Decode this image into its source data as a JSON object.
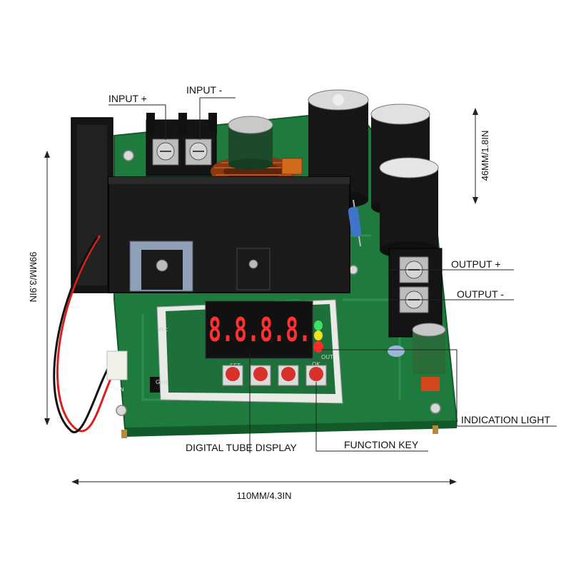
{
  "labels": {
    "input_plus": "INPUT +",
    "input_minus": "INPUT -",
    "output_plus": "OUTPUT +",
    "output_minus": "OUTPUT -",
    "indication_light": "INDICATION LIGHT",
    "function_key": "FUNCTION KEY",
    "digital_tube_display": "DIGITAL TUBE DISPLAY"
  },
  "dimensions": {
    "width": "110MM/4.3IN",
    "height": "99MM/3.9IN",
    "component_height": "46MM/1.8IN"
  },
  "display": {
    "digits": "8.8.8.8."
  },
  "board_silkscreen": {
    "fan": "FAN",
    "set": "SET",
    "ok": "OK",
    "out": "OUT",
    "vcc": "Vcc",
    "gnd": "Gnd"
  },
  "colors": {
    "pcb": "#1f7a3e",
    "heatsink": "#1b1b1b",
    "led_red": "#ff2a2a",
    "led_yellow": "#f2e21a",
    "led_green": "#3ee06a",
    "key_red": "#d8302a"
  }
}
